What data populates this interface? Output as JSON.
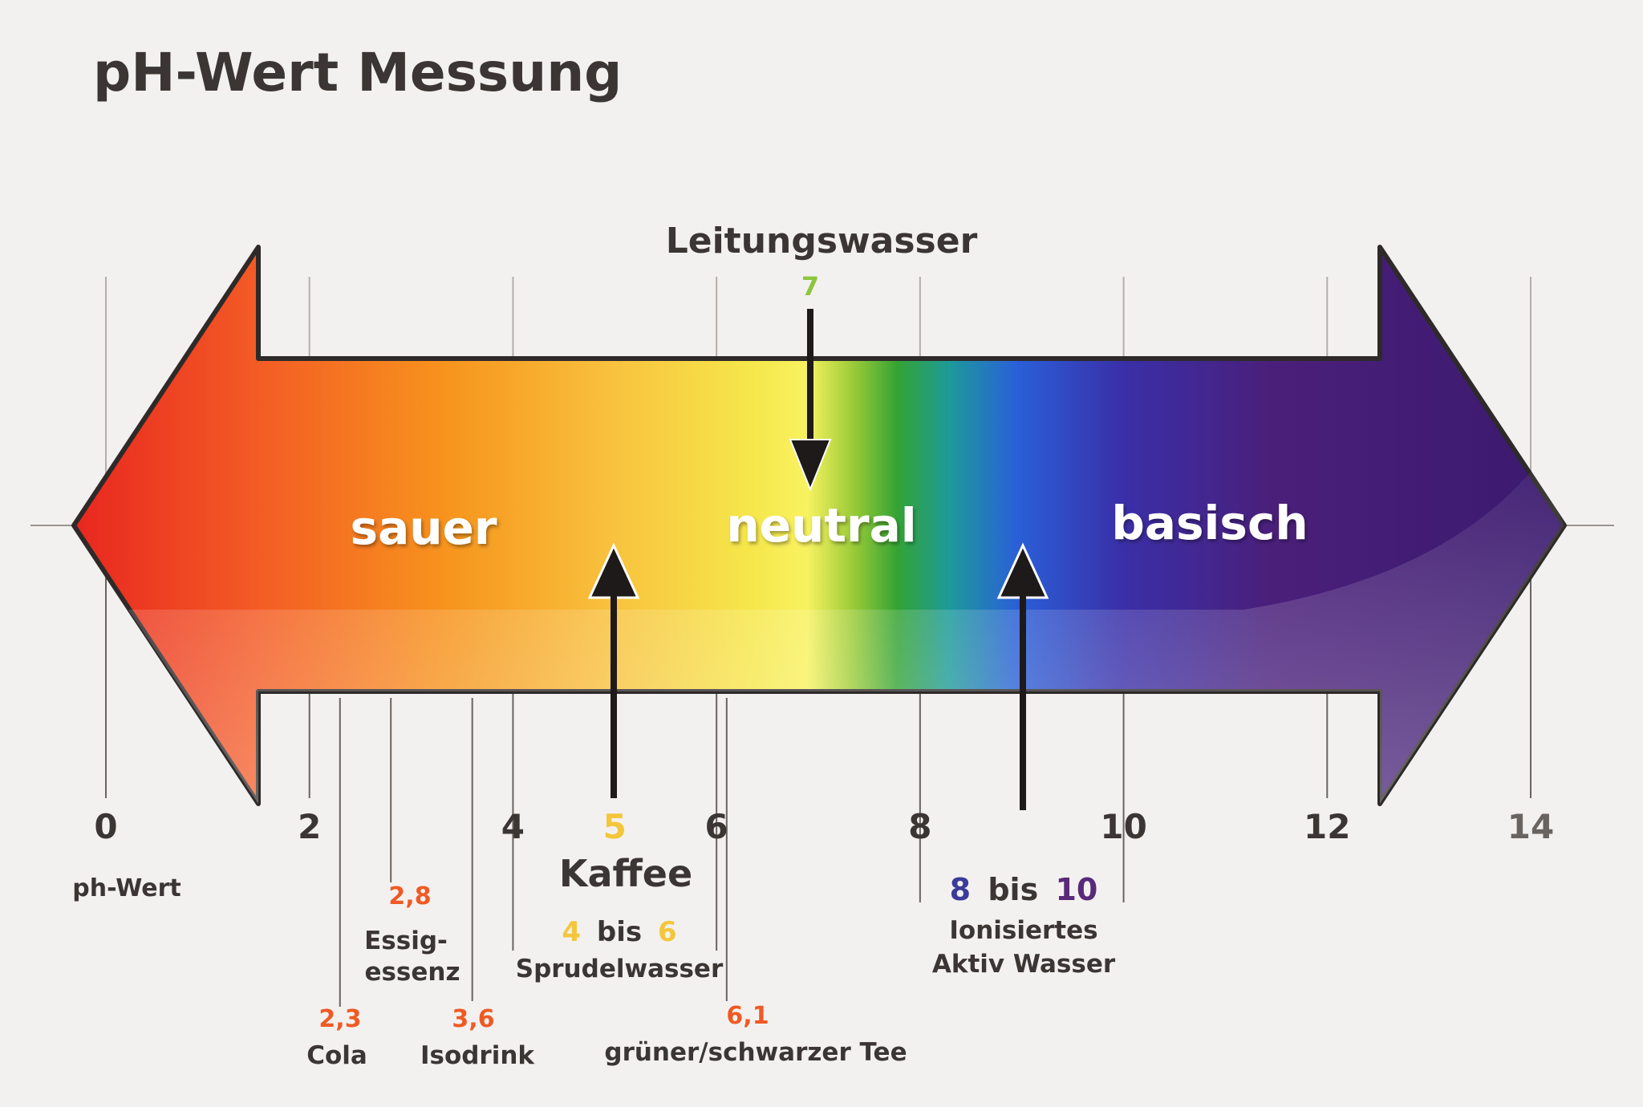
{
  "title": "pH-Wert Messung",
  "axis": {
    "label": "ph-Wert",
    "ticks": [
      "0",
      "2",
      "4",
      "5",
      "6",
      "8",
      "10",
      "12",
      "14"
    ]
  },
  "zones": {
    "acid": "sauer",
    "neutral": "neutral",
    "basic": "basisch"
  },
  "markers": {
    "tap_water": {
      "label": "Leitungswasser",
      "value": "7"
    },
    "coffee": {
      "label": "Kaffee",
      "value": "5"
    },
    "ionized": {
      "from": "8",
      "bis": "bis",
      "to": "10",
      "line1": "Ionisiertes",
      "line2": "Aktiv Wasser"
    }
  },
  "substances": {
    "cola": {
      "value": "2,3",
      "label": "Cola"
    },
    "essig": {
      "value": "2,8",
      "line1": "Essig-",
      "line2": "essenz"
    },
    "isodrink": {
      "value": "3,6",
      "label": "Isodrink"
    },
    "sprudel": {
      "from": "4",
      "bis": "bis",
      "to": "6",
      "label": "Sprudelwasser"
    },
    "tee": {
      "value": "6,1",
      "label": "grüner/schwarzer Tee"
    }
  },
  "colors": {
    "acid": "#e8261f",
    "orange": "#f7941d",
    "yellow": "#f6e64a",
    "green": "#34a334",
    "blue": "#2a5fd8",
    "violet": "#4a1f7a",
    "purple": "#7a3aa8",
    "text": "#3b3633",
    "value_orange": "#ef5a24",
    "value_green": "#8cc63f",
    "value_yellow": "#f3c63b",
    "value_blue": "#3b3b9a",
    "value_purple": "#5a2a7a"
  }
}
